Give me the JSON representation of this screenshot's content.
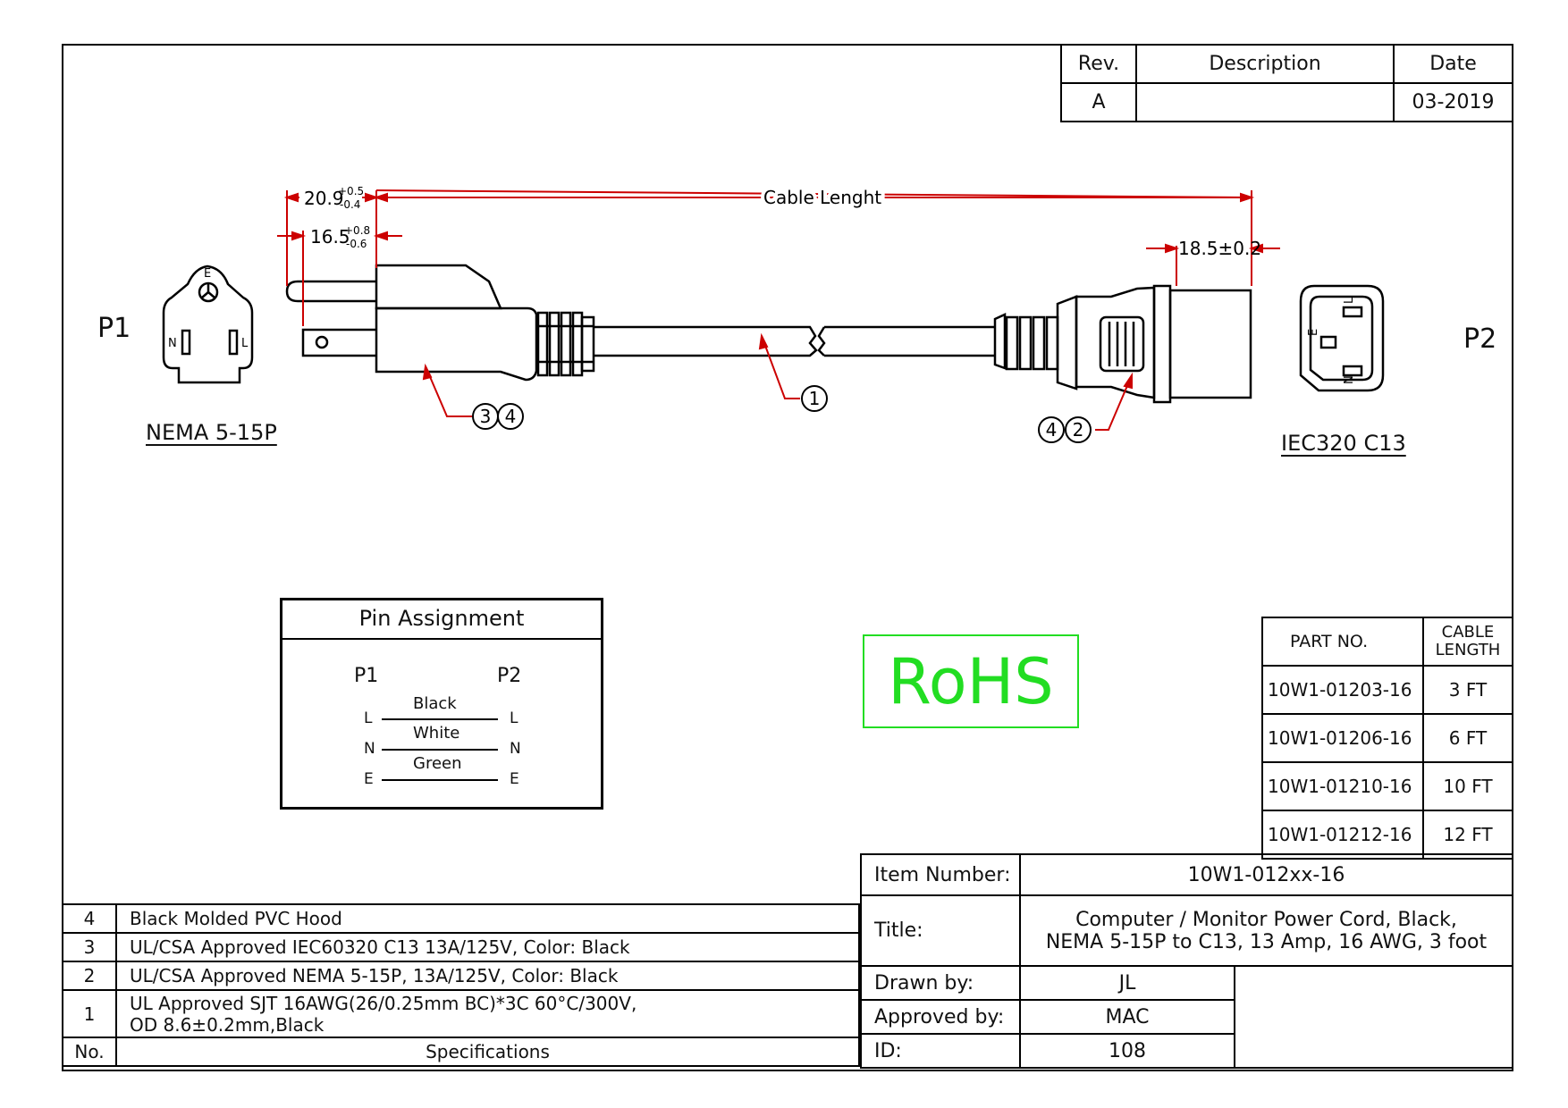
{
  "revision": {
    "headers": [
      "Rev.",
      "Description",
      "Date"
    ],
    "row": [
      "A",
      "",
      "03-2019"
    ]
  },
  "drawing": {
    "p1": "P1",
    "p2": "P2",
    "p1_connector": "NEMA 5-15P",
    "p2_connector": "IEC320 C13",
    "cable_length_label": "Cable Lenght",
    "dim_a_main": "20.9",
    "dim_a_plus": "+0.5",
    "dim_a_minus": "-0.4",
    "dim_b_main": "16.5",
    "dim_b_plus": "+0.8",
    "dim_b_minus": "-0.6",
    "dim_c": "18.5±0.2",
    "callouts": [
      "3",
      "4",
      "1",
      "4",
      "2"
    ],
    "p1_pins": [
      "N",
      "L",
      "E"
    ],
    "p2_pins": [
      "L",
      "E",
      "N"
    ]
  },
  "pin_assignment": {
    "title": "Pin Assignment",
    "p1": "P1",
    "p2": "P2",
    "rows": [
      {
        "left": "L",
        "wire": "Black",
        "right": "L"
      },
      {
        "left": "N",
        "wire": "White",
        "right": "N"
      },
      {
        "left": "E",
        "wire": "Green",
        "right": "E"
      }
    ]
  },
  "rohs": "RoHS",
  "parts": {
    "header_part": "PART NO.",
    "header_len_1": "CABLE",
    "header_len_2": "LENGTH",
    "rows": [
      {
        "part": "10W1-01203-16",
        "length": "3 FT"
      },
      {
        "part": "10W1-01206-16",
        "length": "6 FT"
      },
      {
        "part": "10W1-01210-16",
        "length": "10 FT"
      },
      {
        "part": "10W1-01212-16",
        "length": "12 FT"
      }
    ]
  },
  "specs": {
    "rows": [
      {
        "no": "4",
        "text": "Black Molded PVC Hood"
      },
      {
        "no": "3",
        "text": "UL/CSA Approved IEC60320 C13 13A/125V,  Color: Black"
      },
      {
        "no": "2",
        "text": "UL/CSA Approved NEMA 5-15P, 13A/125V,  Color: Black"
      },
      {
        "no": "1",
        "text": "UL Approved  SJT 16AWG(26/0.25mm BC)*3C 60°C/300V,",
        "text2": "OD 8.6±0.2mm,Black"
      }
    ],
    "footer_no": "No.",
    "footer_spec": "Specifications"
  },
  "titleblock": {
    "item_label": "Item Number:",
    "item_value": "10W1-012xx-16",
    "title_label": "Title:",
    "title_line1": "Computer / Monitor Power Cord, Black,",
    "title_line2": "NEMA 5-15P to C13, 13 Amp, 16 AWG, 3 foot",
    "drawn_label": "Drawn by:",
    "drawn_value": "JL",
    "approved_label": "Approved by:",
    "approved_value": "MAC",
    "id_label": "ID:",
    "id_value": "108"
  }
}
